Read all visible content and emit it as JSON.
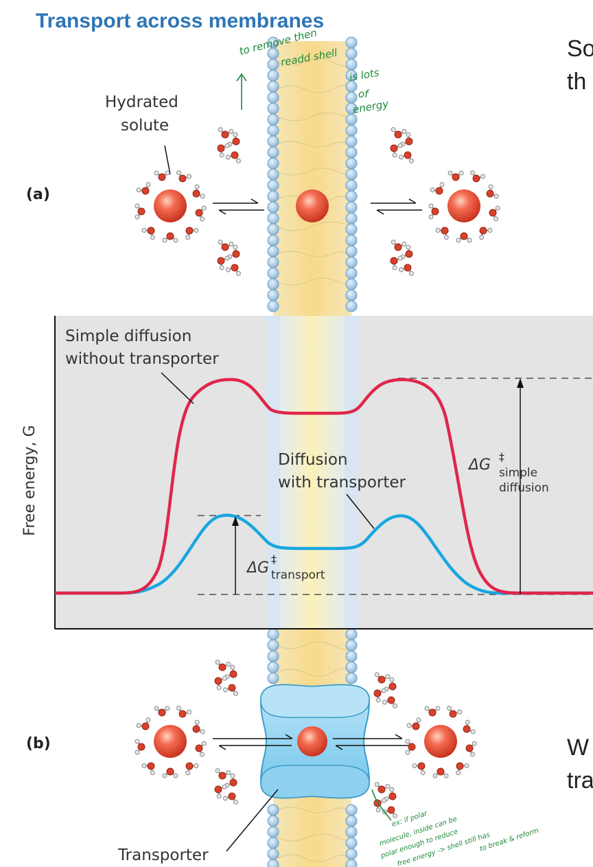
{
  "title": "Transport across membranes",
  "right_text": {
    "top_line1": "So",
    "top_line2": "th",
    "bottom_line1": "W",
    "bottom_line2": "tra"
  },
  "handwritten_top": {
    "line1": "to remove then",
    "line2": "readd shell",
    "line3": "is lots",
    "line4": "of",
    "line5": "energy"
  },
  "handwritten_bottom": {
    "line1": "ex: if polar",
    "line2": "molecule, inside can be",
    "line3": "polar enough to reduce",
    "line4": "free energy -> shell still has",
    "line5": "to break & reform"
  },
  "labels": {
    "hydrated_solute_1": "Hydrated",
    "hydrated_solute_2": "solute",
    "panel_a": "(a)",
    "panel_b": "(b)",
    "transporter": "Transporter",
    "simple_diffusion_1": "Simple diffusion",
    "simple_diffusion_2": "without transporter",
    "diffusion_transporter_1": "Diffusion",
    "diffusion_transporter_2": "with transporter",
    "y_axis": "Free energy, G",
    "delta_g_simple_main": "ΔG",
    "delta_g_simple_sup": "‡",
    "delta_g_simple_sub1": "simple",
    "delta_g_simple_sub2": "diffusion",
    "delta_g_transport_main": "ΔG",
    "delta_g_transport_sup": "‡",
    "delta_g_transport_sub": "transport"
  },
  "colors": {
    "title": "#2e75b6",
    "simple_curve": "#e0264a",
    "transport_curve": "#1aa6e0",
    "membrane": "#f3dd9a",
    "head": "#a9cdea",
    "solute": "#e84c3d",
    "transporter": "#7fcdf0",
    "graph_bg": "#e4e4e4",
    "handwriting": "#1f8a3a"
  }
}
